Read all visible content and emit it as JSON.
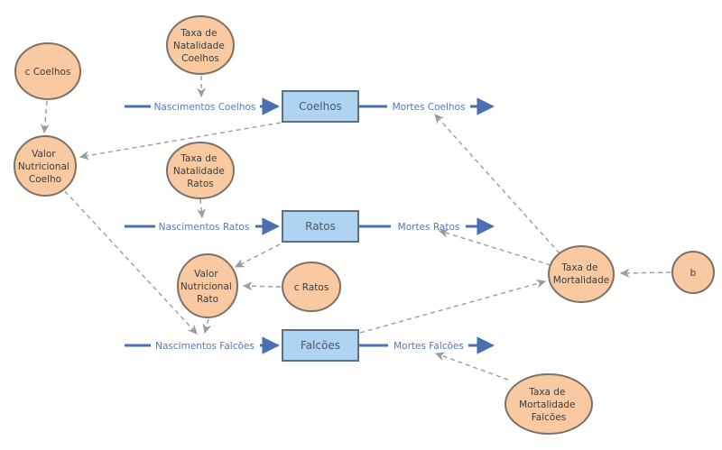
{
  "diagram": {
    "type": "stock-and-flow-model",
    "language": "pt",
    "colors": {
      "background": "#ffffff",
      "stock_fill": "#aed4f2",
      "stock_border": "#5b7085",
      "stock_text": "#4e5868",
      "flow_line": "#4a70b2",
      "flow_label": "#5579c0",
      "variable_fill": "#f9c9a2",
      "variable_border": "#7d7164",
      "variable_text": "#3c3c3c",
      "link_line": "#9c9c9c"
    },
    "stocks": {
      "coelhos": {
        "label": "Coelhos"
      },
      "ratos": {
        "label": "Ratos"
      },
      "falcoes": {
        "label": "Falcões"
      }
    },
    "flows": {
      "nascimentos_coelhos": {
        "label": "Nascimentos Coelhos"
      },
      "mortes_coelhos": {
        "label": "Mortes Coelhos"
      },
      "nascimentos_ratos": {
        "label": "Nascimentos Ratos"
      },
      "mortes_ratos": {
        "label": "Mortes Ratos"
      },
      "nascimentos_falcoes": {
        "label": "Nascimentos Falcões"
      },
      "mortes_falcoes": {
        "label": "Mortes Falcões"
      }
    },
    "variables": {
      "c_coelhos": {
        "lines": [
          "c Coelhos"
        ]
      },
      "taxa_natalidade_coelhos": {
        "lines": [
          "Taxa de",
          "Natalidade",
          "Coelhos"
        ]
      },
      "valor_nutricional_coelho": {
        "lines": [
          "Valor",
          "Nutricional",
          "Coelho"
        ]
      },
      "taxa_natalidade_ratos": {
        "lines": [
          "Taxa de",
          "Natalidade",
          "Ratos"
        ]
      },
      "valor_nutricional_rato": {
        "lines": [
          "Valor",
          "Nutricional",
          "Rato"
        ]
      },
      "c_ratos": {
        "lines": [
          "c Ratos"
        ]
      },
      "taxa_mortalidade": {
        "lines": [
          "Taxa de",
          "Mortalidade"
        ]
      },
      "b": {
        "lines": [
          "b"
        ]
      },
      "taxa_mortalidade_falcoes": {
        "lines": [
          "Taxa de",
          "Mortalidade",
          "Falcões"
        ]
      }
    },
    "links": [
      {
        "from": "c Coelhos",
        "to": "Valor Nutricional Coelho"
      },
      {
        "from": "Taxa de Natalidade Coelhos",
        "to": "Nascimentos Coelhos"
      },
      {
        "from": "Coelhos",
        "to": "Valor Nutricional Coelho"
      },
      {
        "from": "Taxa de Natalidade Ratos",
        "to": "Nascimentos Ratos"
      },
      {
        "from": "Ratos",
        "to": "Valor Nutricional Rato"
      },
      {
        "from": "c Ratos",
        "to": "Valor Nutricional Rato"
      },
      {
        "from": "Valor Nutricional Coelho",
        "to": "Nascimentos Falcões"
      },
      {
        "from": "Valor Nutricional Rato",
        "to": "Nascimentos Falcões"
      },
      {
        "from": "Falcões",
        "to": "Taxa de Mortalidade"
      },
      {
        "from": "b",
        "to": "Taxa de Mortalidade"
      },
      {
        "from": "Taxa de Mortalidade",
        "to": "Mortes Coelhos"
      },
      {
        "from": "Taxa de Mortalidade",
        "to": "Mortes Ratos"
      },
      {
        "from": "Taxa de Mortalidade Falcões",
        "to": "Mortes Falcões"
      }
    ]
  }
}
